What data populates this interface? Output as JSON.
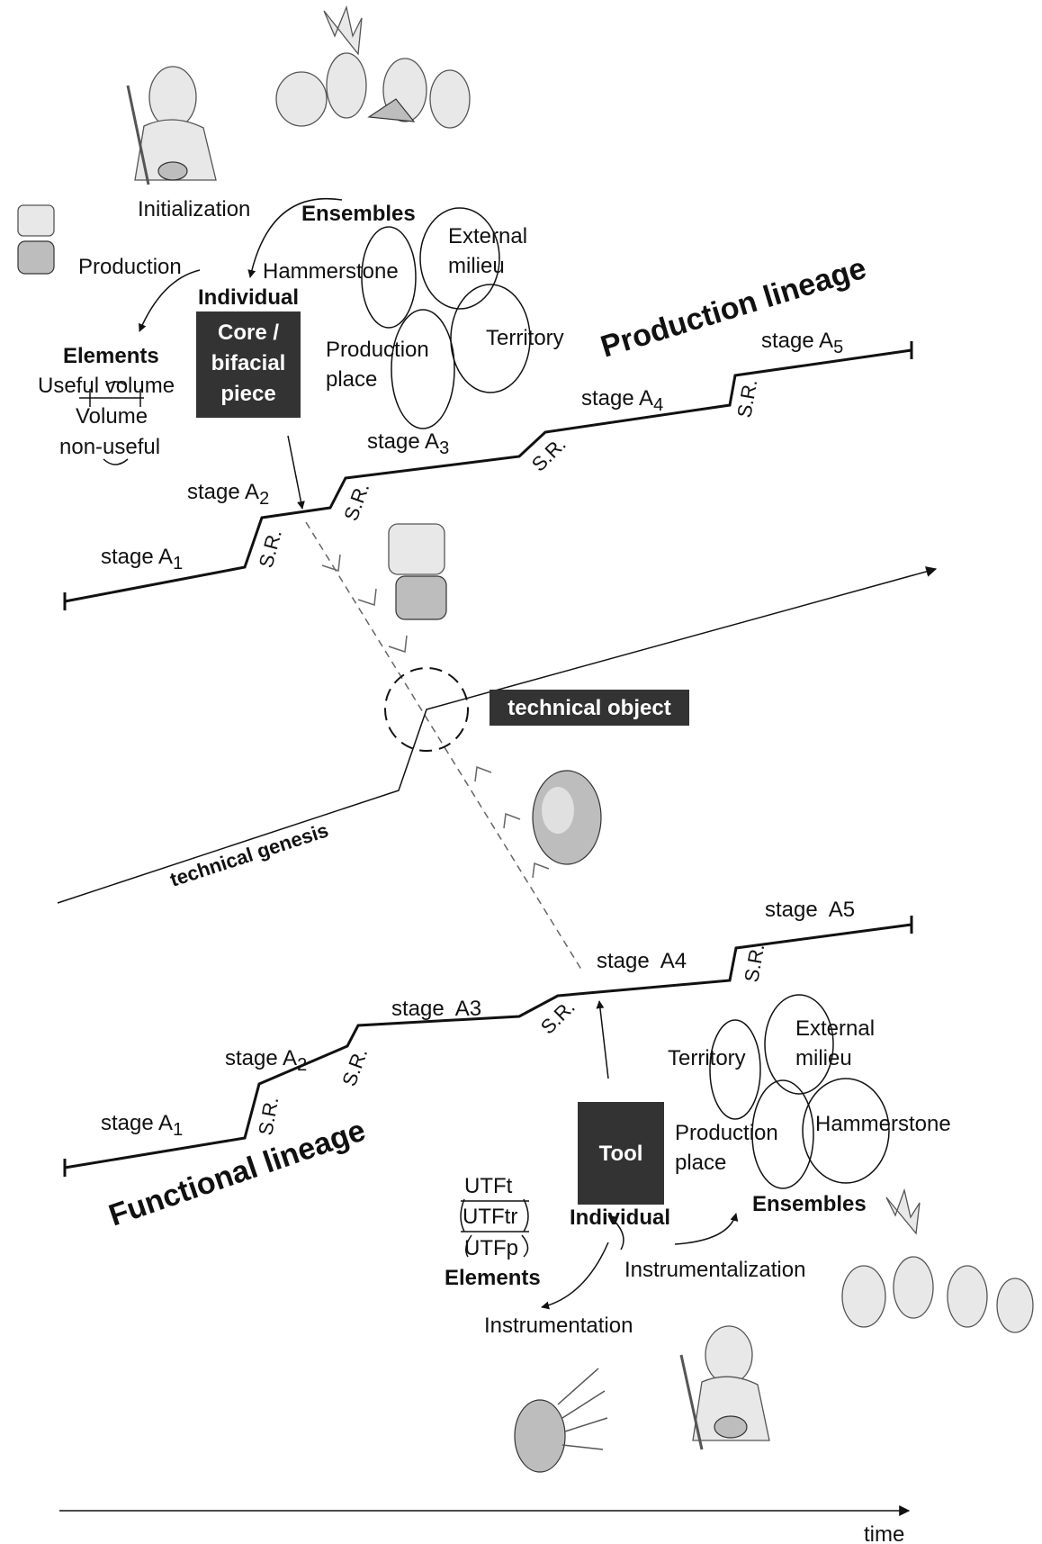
{
  "top": {
    "initialization": "Initialization",
    "production": "Production",
    "ensembles": "Ensembles",
    "individual": "Individual",
    "core_box": [
      "Core /",
      "bifacial",
      "piece"
    ],
    "elements": "Elements",
    "useful_volume": "Useful volume",
    "volume": "Volume",
    "non_useful": "non-useful",
    "hammerstone": "Hammerstone",
    "external": "External",
    "milieu": "milieu",
    "territory": "Territory",
    "production_word": "Production",
    "place": "place",
    "lineage": "Production lineage",
    "stages": [
      {
        "prefix": "stage A",
        "sub": "1"
      },
      {
        "prefix": "stage A",
        "sub": "2"
      },
      {
        "prefix": "stage A",
        "sub": "3"
      },
      {
        "prefix": "stage A",
        "sub": "4"
      },
      {
        "prefix": "stage A",
        "sub": "5"
      }
    ],
    "sr": "S.R."
  },
  "middle": {
    "technical_object": "technical object",
    "technical_genesis": "technical genesis"
  },
  "bottom": {
    "stages": [
      {
        "prefix": "stage A",
        "sub": "1"
      },
      {
        "prefix": "stage A",
        "sub": "2"
      },
      {
        "prefix": "stage  A3",
        "sub": ""
      },
      {
        "prefix": "stage  A4",
        "sub": ""
      },
      {
        "prefix": "stage  A5",
        "sub": ""
      }
    ],
    "sr": "S.R.",
    "lineage": "Functional lineage",
    "tool": "Tool",
    "individual": "Individual",
    "territory": "Territory",
    "external": "External",
    "milieu": "milieu",
    "production_word": "Production",
    "place": "place",
    "hammerstone": "Hammerstone",
    "ensembles": "Ensembles",
    "utft": "UTFt",
    "utftr": "UTFtr",
    "utfp": "UTFp",
    "elements": "Elements",
    "instrumentalization": "Instrumentalization",
    "instrumentation": "Instrumentation"
  },
  "time": "time"
}
